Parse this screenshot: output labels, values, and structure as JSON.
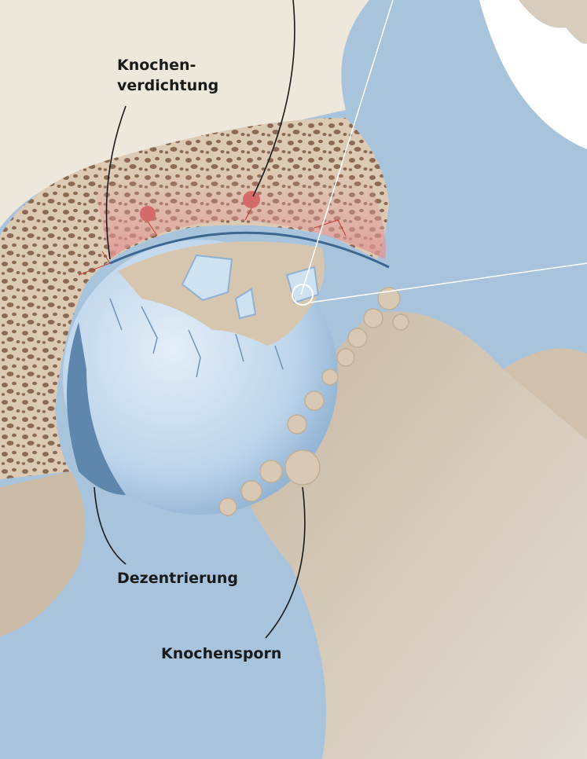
{
  "labels": {
    "knochenverdichtung_line1": "Knochen-",
    "knochenverdichtung_line2": "verdichtung",
    "dezentrierung": "Dezentrierung",
    "knochensporn": "Knochensporn"
  },
  "colors": {
    "background": "#a8c4dc",
    "femoral_head": "#c9ddee",
    "bone": "#d8c8b4",
    "cortical_bone": "#eee8dc",
    "inflammation": "#e8a6a6",
    "leader_line": "#1a1a1a"
  }
}
